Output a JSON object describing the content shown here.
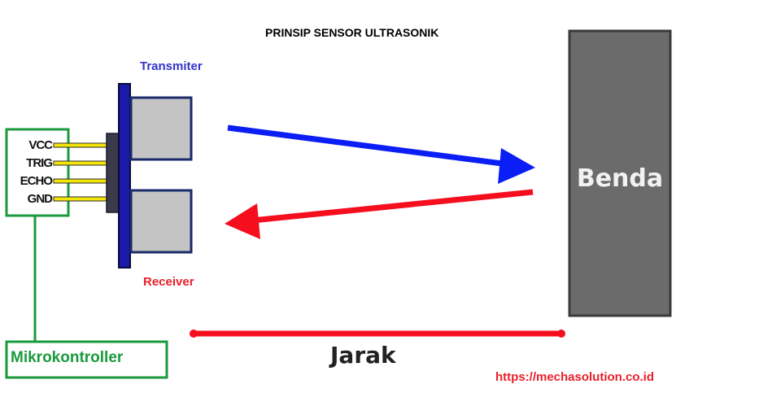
{
  "diagram": {
    "title": "PRINSIP SENSOR ULTRASONIK",
    "transmitter_label": "Transmiter",
    "receiver_label": "Receiver",
    "object_label": "Benda",
    "distance_label": "Jarak",
    "controller_label": "Mikrokontroller",
    "source_url": "https://mechasolution.co.id",
    "pins": [
      "VCC",
      "TRIG",
      "ECHO",
      "GND"
    ]
  },
  "colors": {
    "transmit_arrow": "#0a1ef5",
    "echo_arrow": "#f50f1e",
    "controller_outline": "#1a9a3c",
    "sensor_board": "#1a1aa8",
    "object_fill": "#6b6b6b",
    "pin_wire": "#f5e60a"
  }
}
